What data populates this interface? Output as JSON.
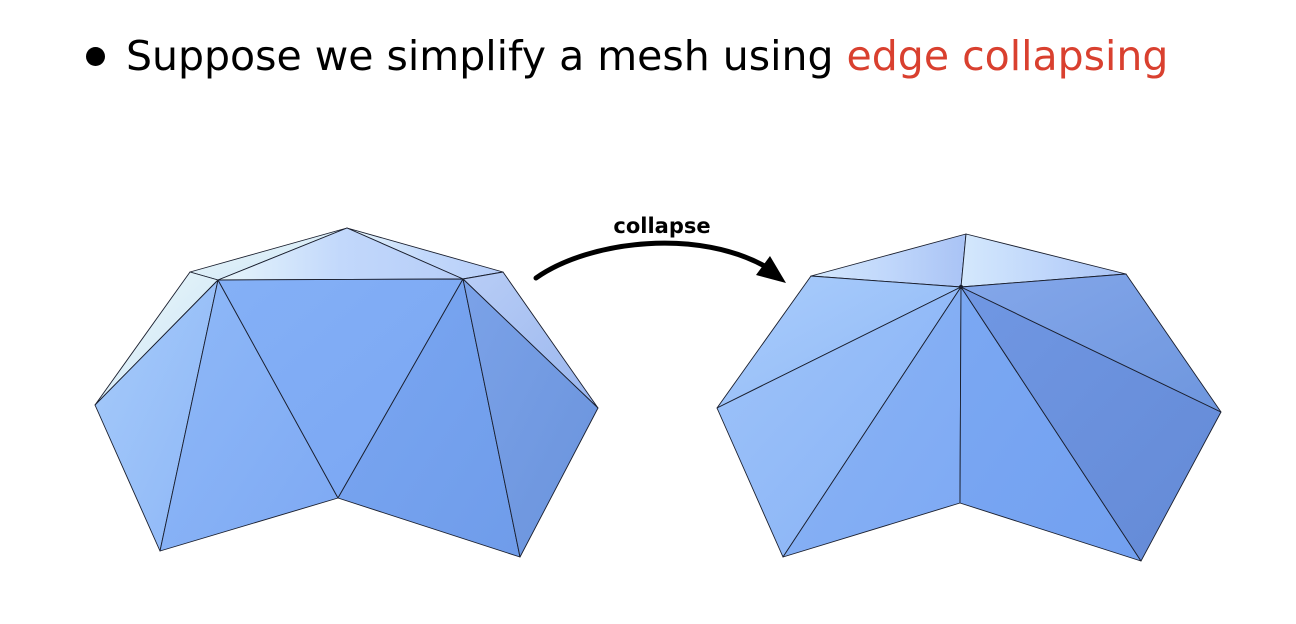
{
  "bullet": {
    "text": "Suppose we simplify a mesh using ",
    "highlight": "edge collapsing"
  },
  "diagram": {
    "arrow_label": "collapse"
  },
  "colors": {
    "highlight": "#d9402f",
    "mesh_light": "#a9cdfa",
    "mesh_mid": "#7eaaf3",
    "mesh_dark": "#6f97de",
    "edge": "#1a1f2e"
  }
}
